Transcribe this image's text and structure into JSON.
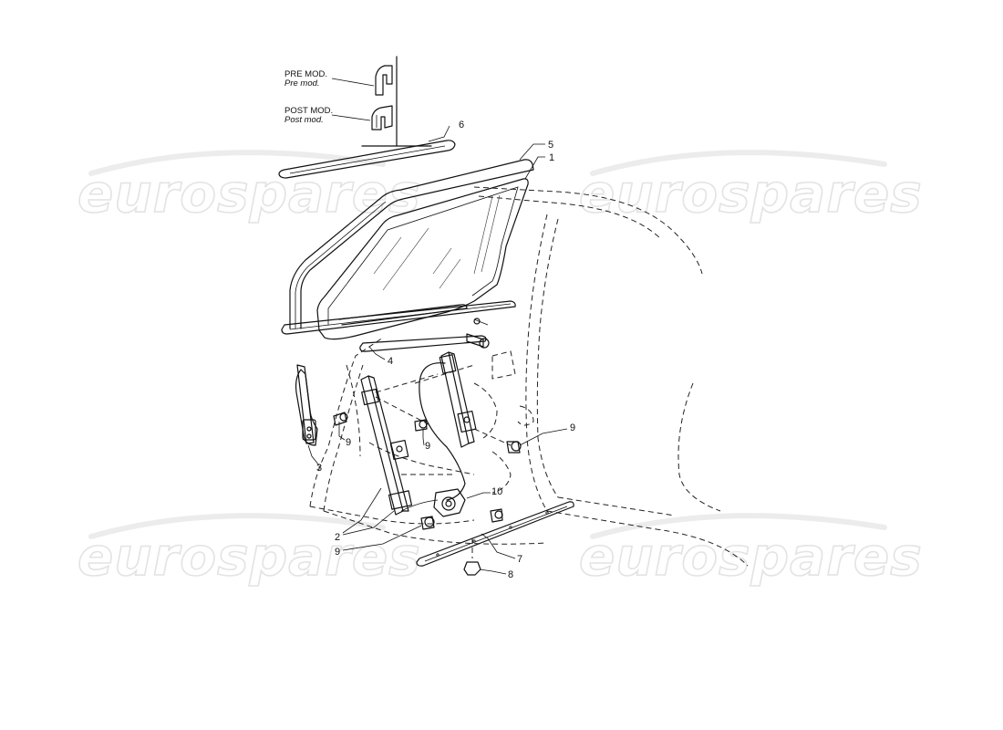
{
  "legend": {
    "pre_mod": "PRE MOD.",
    "pre_mod_sub": "Pre mod.",
    "post_mod": "POST MOD.",
    "post_mod_sub": "Post mod."
  },
  "callouts": {
    "c1": "1",
    "c2": "2",
    "c3": "3",
    "c4": "4",
    "c5": "5",
    "c6": "6",
    "c7": "7",
    "c8": "8",
    "c9a": "9",
    "c9b": "9",
    "c9c": "9",
    "c9d": "9",
    "c10": "10"
  },
  "watermark": {
    "text": "eurospares"
  }
}
